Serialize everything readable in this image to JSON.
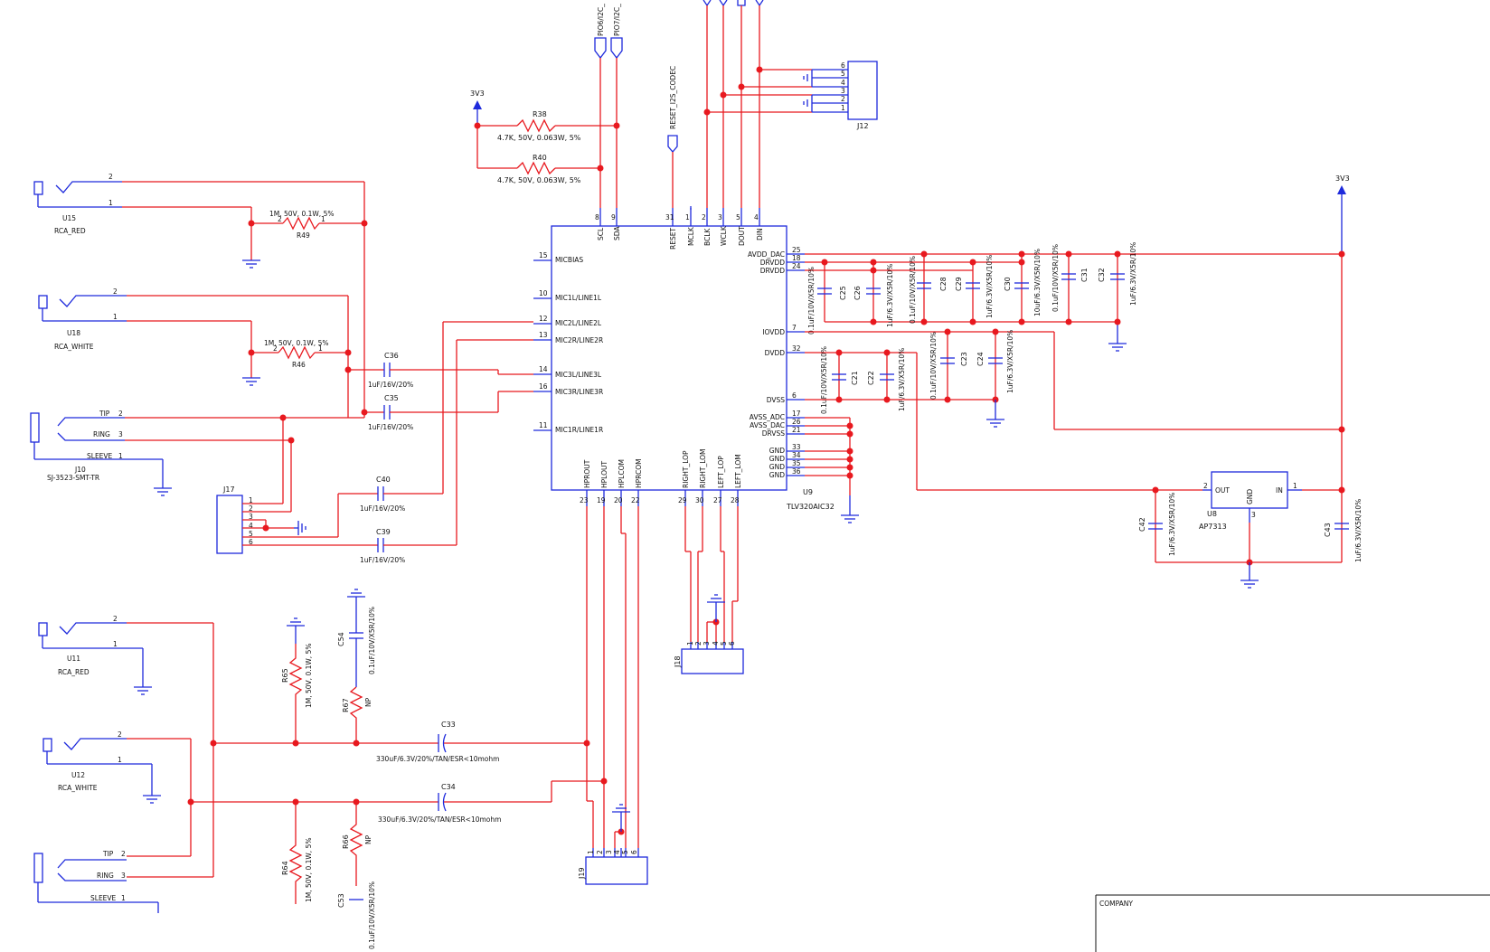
{
  "u9": {
    "ref": "U9",
    "part": "TLV320AIC32",
    "top_pins": [
      {
        "num": "8",
        "name": "SCL"
      },
      {
        "num": "9",
        "name": "SDA"
      },
      {
        "num": "31",
        "name": "RESET"
      },
      {
        "num": "1",
        "name": "MCLK"
      },
      {
        "num": "2",
        "name": "BCLK"
      },
      {
        "num": "3",
        "name": "WCLK"
      },
      {
        "num": "5",
        "name": "DOUT"
      },
      {
        "num": "4",
        "name": "DIN"
      }
    ],
    "left_pins": [
      {
        "num": "15",
        "name": "MICBIAS"
      },
      {
        "num": "10",
        "name": "MIC1L/LINE1L"
      },
      {
        "num": "12",
        "name": "MIC2L/LINE2L"
      },
      {
        "num": "13",
        "name": "MIC2R/LINE2R"
      },
      {
        "num": "14",
        "name": "MIC3L/LINE3L"
      },
      {
        "num": "16",
        "name": "MIC3R/LINE3R"
      },
      {
        "num": "11",
        "name": "MIC1R/LINE1R"
      }
    ],
    "right_pins": [
      {
        "num": "25",
        "name": "AVDD_DAC"
      },
      {
        "num": "18",
        "name": "DRVDD"
      },
      {
        "num": "24",
        "name": "DRVDD"
      },
      {
        "num": "7",
        "name": "IOVDD"
      },
      {
        "num": "32",
        "name": "DVDD"
      },
      {
        "num": "6",
        "name": "DVSS"
      },
      {
        "num": "17",
        "name": "AVSS_ADC"
      },
      {
        "num": "26",
        "name": "AVSS_DAC"
      },
      {
        "num": "21",
        "name": "DRVSS"
      },
      {
        "num": "33",
        "name": "GND"
      },
      {
        "num": "34",
        "name": "GND"
      },
      {
        "num": "35",
        "name": "GND"
      },
      {
        "num": "36",
        "name": "GND"
      }
    ],
    "bottom_pins": [
      {
        "num": "23",
        "name": "HPROUT"
      },
      {
        "num": "19",
        "name": "HPLOUT"
      },
      {
        "num": "20",
        "name": "HPLCOM"
      },
      {
        "num": "22",
        "name": "HPRCOM"
      },
      {
        "num": "29",
        "name": "RIGHT_LOP"
      },
      {
        "num": "30",
        "name": "RIGHT_LOM"
      },
      {
        "num": "27",
        "name": "LEFT_LOP"
      },
      {
        "num": "28",
        "name": "LEFT_LOM"
      }
    ]
  },
  "u8": {
    "ref": "U8",
    "part": "AP7313",
    "out": "OUT",
    "gnd": "GND",
    "in": "IN",
    "pin_out": "2",
    "pin_gnd": "3",
    "pin_in": "1"
  },
  "power": {
    "left": "3V3",
    "right": "3V3"
  },
  "nets": {
    "pio6": "PIO6/I2C_",
    "pio7": "PIO7/I2C_",
    "reset": "RESET_I2S_CODEC"
  },
  "resistors": {
    "r38": {
      "ref": "R38",
      "value": "4.7K, 50V, 0.063W, 5%"
    },
    "r40": {
      "ref": "R40",
      "value": "4.7K, 50V, 0.063W, 5%"
    },
    "r49": {
      "ref": "R49",
      "value": "1M, 50V, 0.1W, 5%"
    },
    "r46": {
      "ref": "R46",
      "value": "1M, 50V, 0.1W, 5%"
    },
    "r65": {
      "ref": "R65",
      "value": "1M, 50V, 0.1W, 5%"
    },
    "r64": {
      "ref": "R64",
      "value": "1M, 50V, 0.1W, 5%"
    },
    "r67": {
      "ref": "R67",
      "value": "NP"
    },
    "r66": {
      "ref": "R66",
      "value": "NP"
    },
    "pin1": "1",
    "pin2": "2"
  },
  "caps": {
    "c36": {
      "ref": "C36",
      "value": "1uF/16V/20%"
    },
    "c35": {
      "ref": "C35",
      "value": "1uF/16V/20%"
    },
    "c40": {
      "ref": "C40",
      "value": "1uF/16V/20%"
    },
    "c39": {
      "ref": "C39",
      "value": "1uF/16V/20%"
    },
    "c33": {
      "ref": "C33",
      "value": "330uF/6.3V/20%/TAN/ESR<10mohm"
    },
    "c34": {
      "ref": "C34",
      "value": "330uF/6.3V/20%/TAN/ESR<10mohm"
    },
    "c54": {
      "ref": "C54",
      "value": "0.1uF/10V/X5R/10%"
    },
    "c53": {
      "ref": "C53",
      "value": "0.1uF/10V/X5R/10%"
    },
    "c25": {
      "ref": "C25",
      "value": "0.1uF/10V/X5R/10%"
    },
    "c26": {
      "ref": "C26",
      "value": "1uF/6.3V/X5R/10%"
    },
    "c28": {
      "ref": "C28",
      "value": "0.1uF/10V/X5R/10%"
    },
    "c29": {
      "ref": "C29",
      "value": "1uF/6.3V/X5R/10%"
    },
    "c30": {
      "ref": "C30",
      "value": "10uF/6.3V/X5R/10%"
    },
    "c31": {
      "ref": "C31",
      "value": "0.1uF/10V/X5R/10%"
    },
    "c32": {
      "ref": "C32",
      "value": "1uF/6.3V/X5R/10%"
    },
    "c21": {
      "ref": "C21",
      "value": "0.1uF/10V/X5R/10%"
    },
    "c22": {
      "ref": "C22",
      "value": "1uF/6.3V/X5R/10%"
    },
    "c23": {
      "ref": "C23",
      "value": "0.1uF/10V/X5R/10%"
    },
    "c24": {
      "ref": "C24",
      "value": "1uF/6.3V/X5R/10%"
    },
    "c42": {
      "ref": "C42",
      "value": "1uF/6.3V/X5R/10%"
    },
    "c43": {
      "ref": "C43",
      "value": "1uF/6.3V/X5R/10%"
    }
  },
  "connectors": {
    "u15": {
      "ref": "U15",
      "part": "RCA_RED"
    },
    "u18": {
      "ref": "U18",
      "part": "RCA_WHITE"
    },
    "u11": {
      "ref": "U11",
      "part": "RCA_RED"
    },
    "u12": {
      "ref": "U12",
      "part": "RCA_WHITE"
    },
    "j10": {
      "ref": "J10",
      "part": "SJ-3523-SMT-TR"
    },
    "j12": "J12",
    "j17": "J17",
    "j18": "J18",
    "j19": "J19",
    "tip": "TIP",
    "ring": "RING",
    "sleeve": "SLEEVE",
    "n1": "1",
    "n2": "2",
    "n3": "3",
    "n4": "4",
    "n5": "5",
    "n6": "6"
  },
  "title_block": {
    "company": "COMPANY"
  }
}
